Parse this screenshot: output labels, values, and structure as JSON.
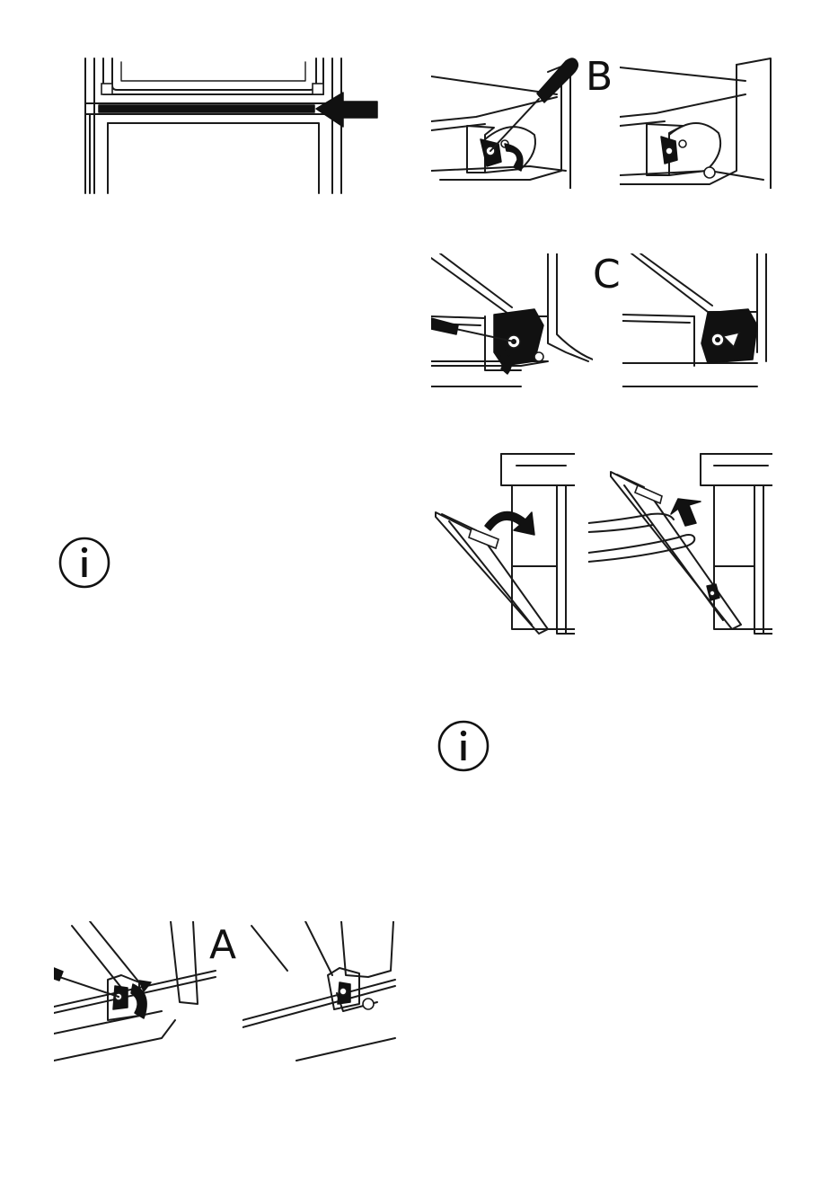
{
  "page": {
    "figure_labels": {
      "a": "A",
      "b": "B",
      "c": "C"
    },
    "icons": {
      "info_icon_left": "info-icon",
      "info_icon_right": "info-icon"
    },
    "colors": {
      "ink": "#111111",
      "paper": "#ffffff"
    }
  }
}
